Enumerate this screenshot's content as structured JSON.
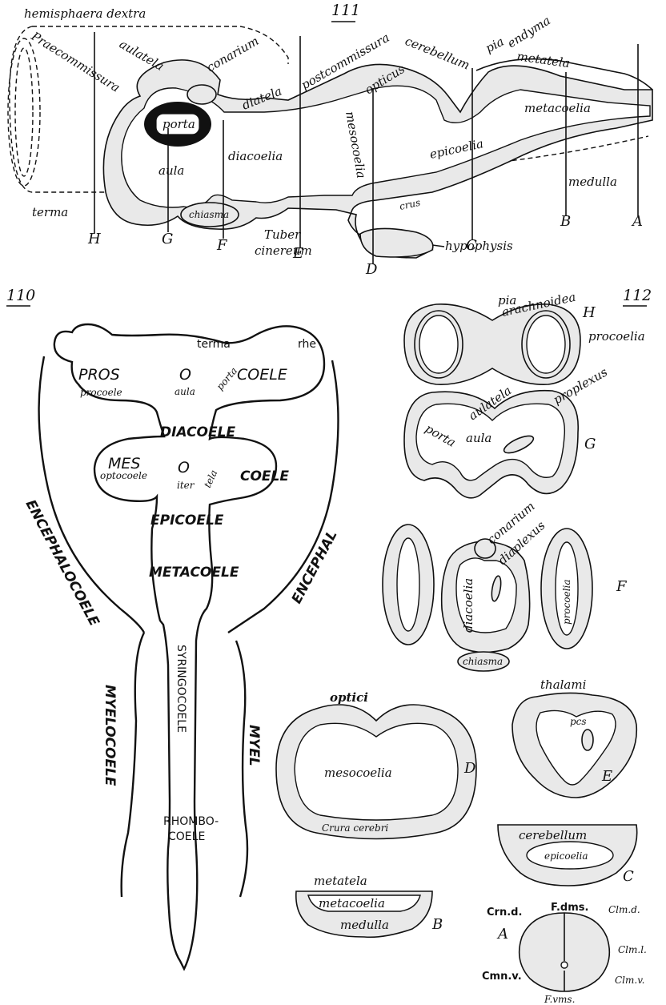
{
  "fig111": {
    "number": "111",
    "labels": {
      "hemisphaera_dextra": "hemisphaera dextra",
      "praecommissura": "Praecommissura",
      "aulatela": "aulatela",
      "conarium": "conarium",
      "porta": "porta",
      "aula": "aula",
      "diatela": "diatela",
      "diacoelia": "diacoelia",
      "postcommissura": "postcommissura",
      "opticus": "opticus",
      "cerebellum": "cerebellum",
      "pia": "pia",
      "endyma": "endyma",
      "metatela": "metatela",
      "metacoelia": "metacoelia",
      "mesocoelia": "mesocoelia",
      "epicoelia": "epicoelia",
      "medulla": "medulla",
      "terma": "terma",
      "chiasma": "chiasma",
      "tuber": "Tuber",
      "cinereum": "cinereum",
      "crus": "crus",
      "hypophysis": "hypophysis"
    },
    "letters": [
      "H",
      "G",
      "F",
      "E",
      "D",
      "C",
      "B",
      "A"
    ]
  },
  "fig110": {
    "number": "110",
    "labels": {
      "terma": "terma",
      "rhe": "rhe",
      "pros": "PROS",
      "o1": "O",
      "coele": "COELE",
      "procoele": "procoele",
      "aula": "aula",
      "porta": "porta",
      "diacoele": "DIACOELE",
      "mes": "MES",
      "optocoele": "optocoele",
      "o2": "O",
      "iter": "iter",
      "coele2": "COELE",
      "tela": "tela",
      "epicoele": "EPICOELE",
      "metacoele": "METACOELE",
      "syringocoele": "SYRINGOCOELE",
      "rhombo": "RHOMBO-",
      "coele3": "COELE",
      "encephalocoele": "ENCEPHALOCOELE",
      "encephal": "ENCEPHAL",
      "myelocoele": "MYELOCOELE",
      "myel": "MYEL"
    }
  },
  "fig112": {
    "number": "112",
    "labels": {
      "pia": "pia",
      "arachnoidea": "arachnoidea",
      "procoelia": "procoelia",
      "aulatela": "aulatela",
      "proplexus": "proplexus",
      "porta": "porta",
      "aula": "aula",
      "conarium": "conarium",
      "diaplexus": "diaplexus",
      "diacoelia": "diacoelia",
      "procoelia2": "procoelia",
      "chiasma": "chiasma",
      "thalami": "thalami",
      "pcs": "pcs",
      "optici": "optici",
      "mesocoelia": "mesocoelia",
      "crura_cerebri": "Crura cerebri",
      "cerebellum": "cerebellum",
      "epicoelia": "epicoelia",
      "metatela": "metatela",
      "metacoelia": "metacoelia",
      "medulla": "medulla",
      "crn_d": "Crn.d.",
      "f_dms": "F.dms.",
      "clm_d": "Clm.d.",
      "clm_l": "Clm.l.",
      "cmn_v": "Cmn.v.",
      "clm_v": "Clm.v.",
      "f_vms": "F.vms."
    },
    "letters": [
      "H",
      "G",
      "F",
      "E",
      "D",
      "C",
      "B",
      "A"
    ]
  }
}
